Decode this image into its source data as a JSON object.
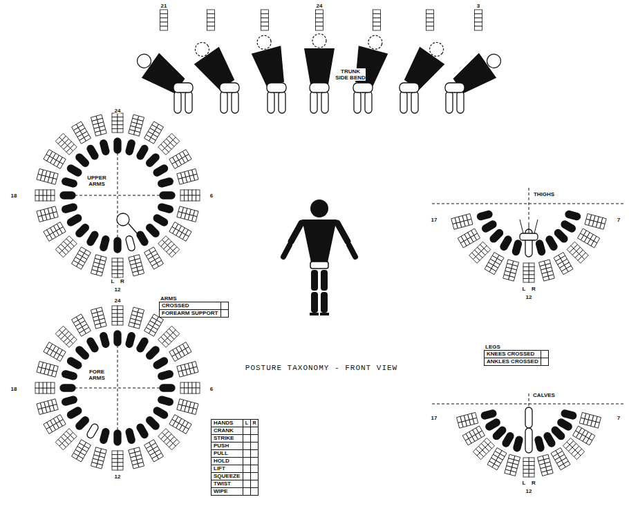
{
  "diagram": {
    "title": "POSTURE TAXONOMY - FRONT VIEW",
    "nodes": [
      {
        "text": [
          "ARMS",
          "CROSSED",
          "FOREARM SUPPORT"
        ]
      },
      {
        "text": [
          "LEGS",
          "KNEES CROSSED",
          "ANKLES CROSSED"
        ]
      },
      {
        "text": [
          "HANDS",
          "L",
          "R",
          "CRANK",
          "STRIKE",
          "PUSH",
          "PULL",
          "HOLD",
          "LIFT",
          "SQUEEZE",
          "TWIST",
          "WIPE"
        ]
      }
    ],
    "labels": [
      "21",
      "24",
      "3",
      "TRUNK SIDE BEND",
      "24",
      "UPPER ARMS",
      "18",
      "6",
      "L",
      "R",
      "12",
      "24",
      "FORE ARMS",
      "18",
      "6",
      "12",
      "THIGHS",
      "17",
      "7",
      "L",
      "R",
      "12",
      "CALVES",
      "17",
      "7",
      "L",
      "R",
      "12"
    ]
  }
}
